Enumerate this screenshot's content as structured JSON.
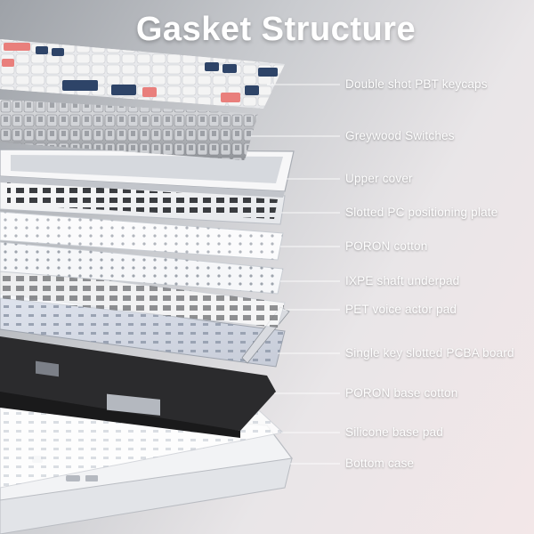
{
  "title": "Gasket Structure",
  "layers": [
    {
      "label": "Double shot PBT keycaps"
    },
    {
      "label": "Greywood Switches"
    },
    {
      "label": "Upper cover"
    },
    {
      "label": "Slotted PC positioning plate"
    },
    {
      "label": "PORON cotton"
    },
    {
      "label": "IXPE shaft underpad"
    },
    {
      "label": "PET voice actor pad"
    },
    {
      "label": "Single key slotted PCBA board"
    },
    {
      "label": "PORON base cotton"
    },
    {
      "label": "Silicone base pad"
    },
    {
      "label": "Bottom case"
    }
  ],
  "colors": {
    "keycap_white": "#f4f4f4",
    "keycap_navy": "#2e4468",
    "keycap_coral": "#e97f7c",
    "base_black": "#2b2b2d",
    "label_text": "#ffffff"
  }
}
